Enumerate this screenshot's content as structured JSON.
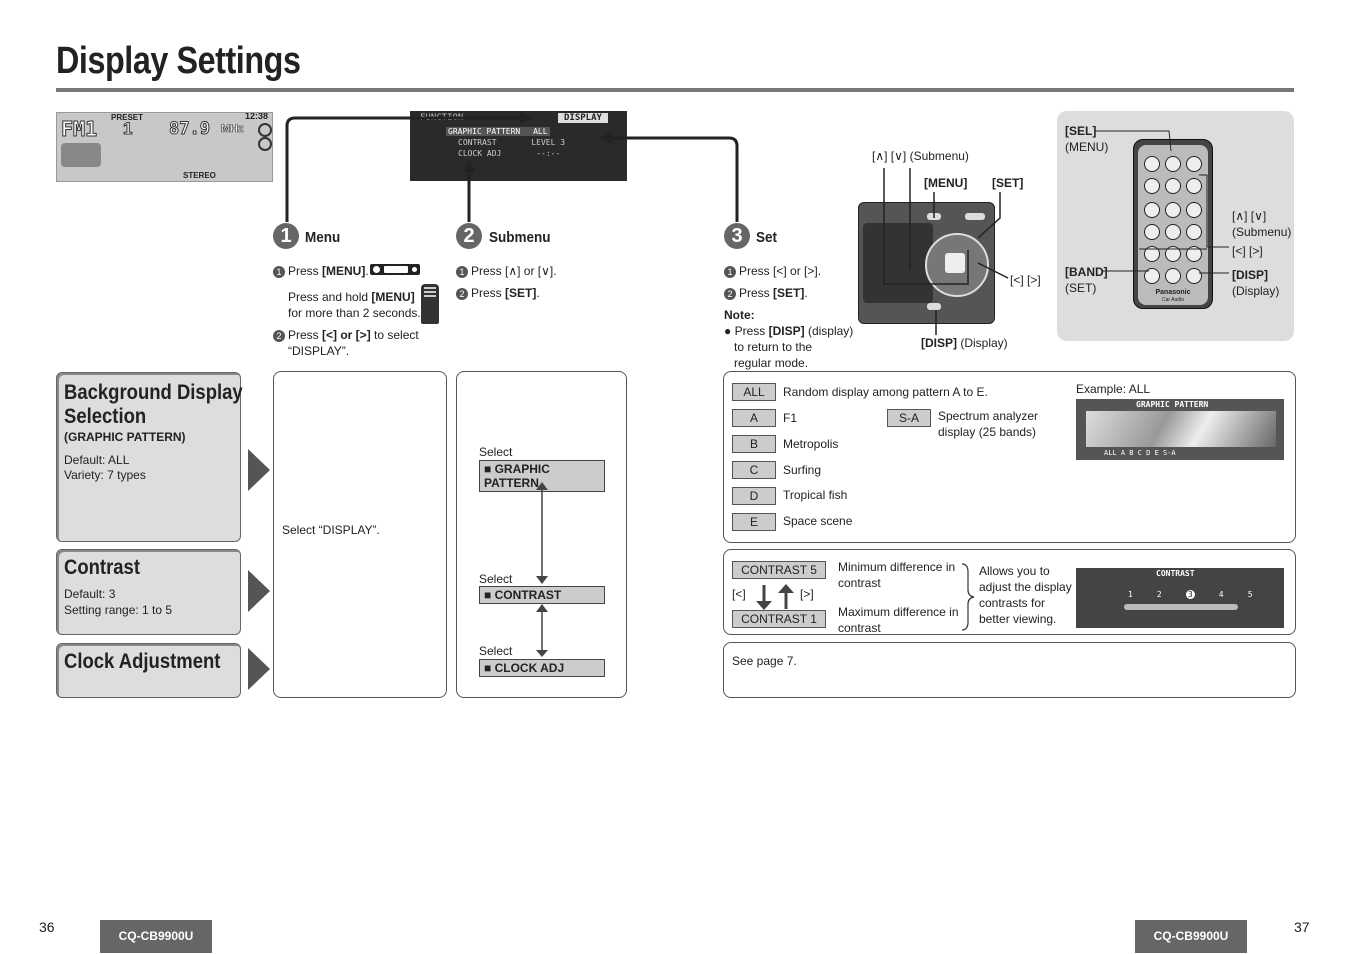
{
  "page": {
    "title": "Display Settings",
    "page_left": "36",
    "page_right": "37",
    "model": "CQ-CB9900U"
  },
  "lcd_main": {
    "band": "FM1",
    "preset_label": "PRESET",
    "preset": "1",
    "freq": "87.9",
    "unit": "MHz",
    "clock": "12:38",
    "stereo": "STEREO"
  },
  "lcd_menu": {
    "function": "FUNCTION",
    "display": "DISPLAY",
    "items": [
      "GRAPHIC PATTERN",
      "CONTRAST",
      "CLOCK ADJ"
    ],
    "values": [
      "ALL",
      "LEVEL 3",
      "--:--"
    ]
  },
  "steps": [
    {
      "num": "1",
      "label": "Menu"
    },
    {
      "num": "2",
      "label": "Submenu"
    },
    {
      "num": "3",
      "label": "Set"
    }
  ],
  "step1": {
    "a_prefix": "Press ",
    "a_key": "[MENU]",
    "a_suffix": ".",
    "hold_prefix": "Press and hold ",
    "hold_key": "[MENU]",
    "hold_line2": "for more than 2 seconds.",
    "b_prefix": "Press ",
    "b_keys": "[<] or [>]",
    "b_suffix": " to select",
    "b_line2": "“DISPLAY”."
  },
  "step2": {
    "a": "Press [∧] or [∨].",
    "b_prefix": "Press ",
    "b_key": "[SET]",
    "b_suffix": "."
  },
  "step3": {
    "a": "Press [<] or [>].",
    "b_prefix": "Press ",
    "b_key": "[SET]",
    "b_suffix": ".",
    "note_label": "Note:",
    "note_prefix": "Press ",
    "note_key": "[DISP]",
    "note_suffix": " (display)",
    "note_line2": "to return to the",
    "note_line3": "regular mode."
  },
  "unit_diagram": {
    "submenu_label": "[∧] [∨] (Submenu)",
    "menu_key": "[MENU]",
    "set_key": "[SET]",
    "lr_label": "[<] [>]",
    "disp_key": "[DISP]",
    "disp_text": " (Display)"
  },
  "remote_diagram": {
    "sel_key": "[SEL]",
    "sel_text": "(MENU)",
    "updown": "[∧] [∨]",
    "updown_text": "(Submenu)",
    "lr": "[<] [>]",
    "band_key": "[BAND]",
    "band_text": "(SET)",
    "disp_key": "[DISP]",
    "disp_text": "(Display)",
    "brand": "Panasonic",
    "brand_sub": "Car Audio"
  },
  "cards": [
    {
      "title": "Background Display",
      "title2": "Selection",
      "sub": "(GRAPHIC PATTERN)",
      "default": "Default: ALL",
      "extra": "Variety: 7 types"
    },
    {
      "title": "Contrast",
      "default": "Default: 3",
      "extra": "Setting range: 1 to 5"
    },
    {
      "title": "Clock Adjustment"
    }
  ],
  "col1_text": "Select “DISPLAY”.",
  "col2": {
    "select": "Select",
    "items": [
      "■ GRAPHIC PATTERN",
      "■ CONTRAST",
      "■ CLOCK ADJ"
    ]
  },
  "patterns": {
    "rows": [
      {
        "tag": "ALL",
        "desc": "Random display among pattern A to E."
      },
      {
        "tag": "A",
        "desc": "F1"
      },
      {
        "tag": "B",
        "desc": "Metropolis"
      },
      {
        "tag": "C",
        "desc": "Surfing"
      },
      {
        "tag": "D",
        "desc": "Tropical fish"
      },
      {
        "tag": "E",
        "desc": "Space scene"
      }
    ],
    "sa_tag": "S-A",
    "sa_line1": "Spectrum analyzer",
    "sa_line2": "display (25 bands)",
    "example": "Example: ALL",
    "example_lcd_title": "GRAPHIC PATTERN",
    "example_lcd_bottom": "ALL  A  B  C  D  E  S-A"
  },
  "contrast": {
    "c5": "CONTRAST 5",
    "c1": "CONTRAST 1",
    "keys_l": "[<]",
    "keys_r": "[>]",
    "min1": "Minimum difference in",
    "min2": "contrast",
    "max1": "Maximum difference in",
    "max2": "contrast",
    "allows1": "Allows you to",
    "allows2": "adjust the display",
    "allows3": "contrasts for",
    "allows4": "better viewing.",
    "lcd_title": "CONTRAST",
    "lcd_levels": [
      "1",
      "2",
      "3",
      "4",
      "5"
    ]
  },
  "clock": {
    "text": "See page 7."
  }
}
